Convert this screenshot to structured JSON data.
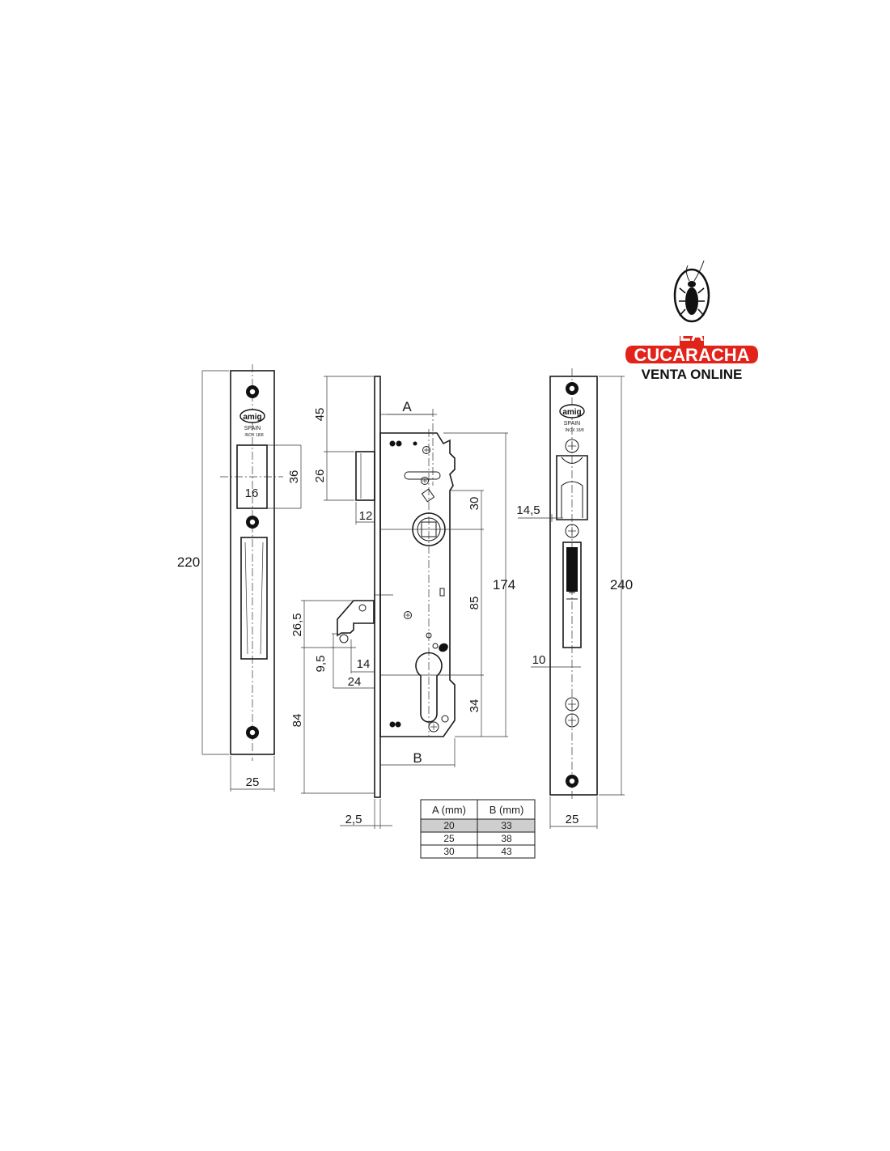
{
  "brand": {
    "line1": "LA",
    "line2": "CUCARACHA",
    "line3": "VENTA ONLINE",
    "icon": "cockroach-icon",
    "accent_color": "#e2231a"
  },
  "faceplate_left": {
    "logo": "amig",
    "origin": "SPAIN",
    "material": "INOX 18/8",
    "height": "220",
    "width": "25",
    "opening_height": "36",
    "opening_width": "16"
  },
  "lock_body": {
    "top_offset": "45",
    "latch_height": "26",
    "latch_projection": "12",
    "dim_A": "A",
    "dim_B": "B",
    "spindle_offset": "30",
    "body_height": "174",
    "spindle_to_cylinder": "85",
    "cylinder_to_bottom": "34",
    "hook_height": "26,5",
    "hook_tip": "9,5",
    "hook_width_14": "14",
    "hook_width_24": "24",
    "hook_from_bottom": "84",
    "plate_thickness": "2,5"
  },
  "faceplate_right": {
    "logo": "amig",
    "origin": "SPAIN",
    "material": "INOX 18/8",
    "height": "240",
    "width": "25",
    "opening_width": "14,5",
    "slot_width": "10"
  },
  "table": {
    "headers": [
      "A (mm)",
      "B (mm)"
    ],
    "rows": [
      [
        "20",
        "33"
      ],
      [
        "25",
        "38"
      ],
      [
        "30",
        "43"
      ]
    ],
    "highlight_row_color": "#cfcfcf"
  }
}
